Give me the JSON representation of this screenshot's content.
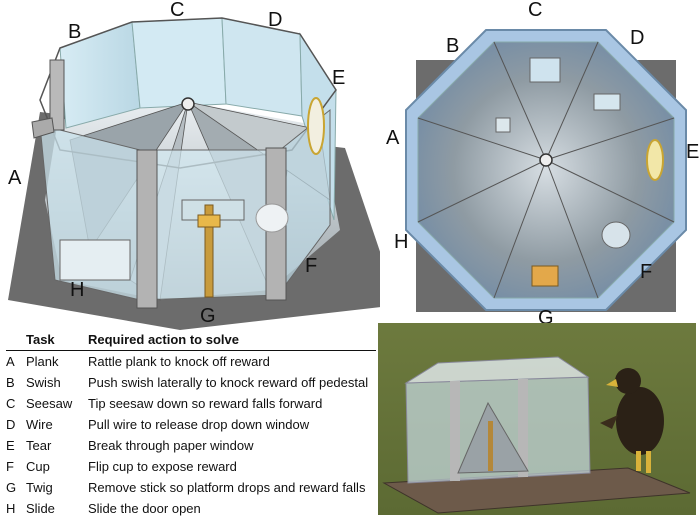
{
  "diagram": {
    "perspective_labels": {
      "A": "A",
      "B": "B",
      "C": "C",
      "D": "D",
      "E": "E",
      "F": "F",
      "G": "G",
      "H": "H"
    },
    "top_labels": {
      "A": "A",
      "B": "B",
      "C": "C",
      "D": "D",
      "E": "E",
      "F": "F",
      "G": "G",
      "H": "H"
    }
  },
  "table": {
    "header_task": "Task",
    "header_action": "Required action to solve",
    "rows": [
      {
        "letter": "A",
        "task": "Plank",
        "action": "Rattle plank to knock off reward"
      },
      {
        "letter": "B",
        "task": "Swish",
        "action": "Push swish laterally to knock reward off pedestal"
      },
      {
        "letter": "C",
        "task": "Seesaw",
        "action": "Tip seesaw down so reward falls forward"
      },
      {
        "letter": "D",
        "task": "Wire",
        "action": "Pull wire to release drop down window"
      },
      {
        "letter": "E",
        "task": "Tear",
        "action": "Break through paper window"
      },
      {
        "letter": "F",
        "task": "Cup",
        "action": "Flip cup to expose reward"
      },
      {
        "letter": "G",
        "task": "Twig",
        "action": "Remove stick so platform drops and reward falls"
      },
      {
        "letter": "H",
        "task": "Slide",
        "action": "Slide the door open"
      }
    ]
  }
}
